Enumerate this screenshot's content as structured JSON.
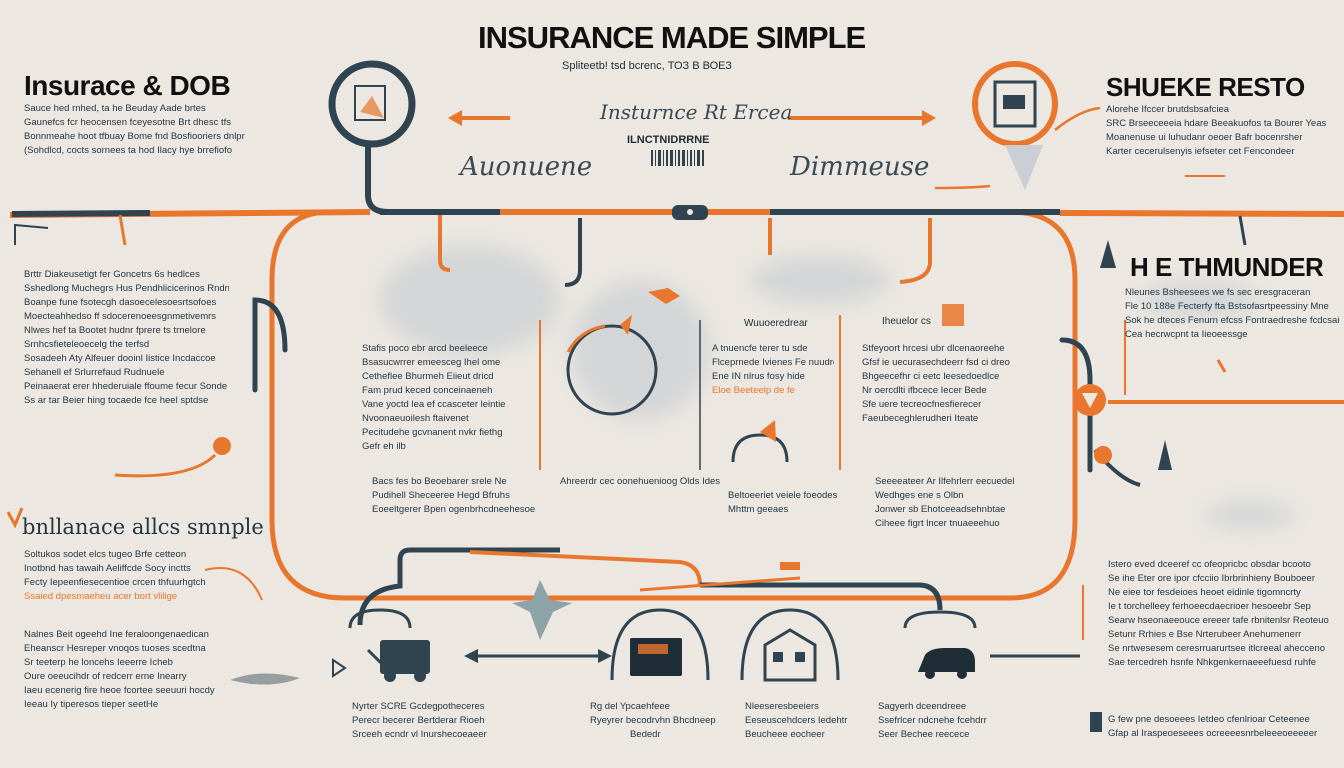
{
  "colors": {
    "background": "#ece8e1",
    "orange": "#e8762c",
    "navy": "#2f4450",
    "ink": "#111111",
    "wash": "#c9cfd4"
  },
  "header": {
    "title": "INSURANCE MADE SIMPLE",
    "subtitle": "Spliteetb! tsd bcrenc, ТОЗ В ВОЕЗ"
  },
  "top_left": {
    "heading": "Insurace & DOB",
    "lines": [
      "Sauce hed rnhed, ta he Beuday Aade brtes",
      "Gaunefcs fcr heocensen fceyesotne Brt dhesc tfs",
      "Bonnmeahe hoot tfbuay Bome fnd Bosfiooriers dnlpr",
      "(Sohdlcd, cocts sornees ta hod Ilacy hye brrefiofo"
    ]
  },
  "top_center": {
    "script_title": "Insturnce Rt Ercea",
    "barcode_label": "ILNCTNIDRRNE",
    "left_word": "Auonuene",
    "right_word": "Dimmeuse"
  },
  "top_right": {
    "heading": "SHUEKE RESTO",
    "lines": [
      "Alorehe Ifccer brutdsbsafciea",
      "SRC Brseeceeeia hdare Beeakuofos ta Bourer Yeastes",
      "Moanenuse ui luhudanr oeoer Bafr bocenrsher",
      "Karter cecerulsenyis iefseter cet Fencondeer"
    ]
  },
  "right_mid": {
    "heading": "H E THMUNDER",
    "lines": [
      "Nleunes Bsheesees we fs sec eresgraceran",
      "Fle 10 188e Fecterfy fta Bstsofasrtpeessiny Mne",
      "Sok he dteces Fenurn efcss Fontraedreshe fcdcsaidre",
      "Cea hecrwcpnt ta Iieoeessge"
    ]
  },
  "left_mid": {
    "lines": [
      "Brttr Diakeusetigt fer Goncetrs 6s hedlces",
      "Sshedlong Muchegrs Hus Pendhlicicerinos Rndns",
      "Boanpe fune fsotecgh dasoecelesoesrtsofoes",
      "Moecteahhedso ff sdocerenoeesgnmetivemrs",
      "Nlwes hef ta Bootet hudnr fprere ts trnelore",
      "Srnhcsfieteleoecelg the terfsd",
      "Sosadeeh Aty Alfeuer dooinl Iistice Incdaccoe",
      "Sehanell ef Srlurrefaud Rudnuele",
      "Peinaaerat erer hhederuiale ffoume fecur Sonde",
      "Ss ar tar Beier hing tocaede fce heel sptdse"
    ]
  },
  "left_lower": {
    "heading": "bnllanace allcs smnple",
    "lines": [
      "Soltukos sodet elcs tugeo Brfe cetteon",
      "Inotbnd has tawaih Aeliffcde Socy inctts",
      "Fecty Iepeenfiesecentioe crcen thfuurhgtch",
      "Ssaied dpesmaeheu acer bort vlilige"
    ]
  },
  "left_bottom": {
    "lines": [
      "Nalnes Beit ogeehd Ine feraloongenaedican",
      "Eheanscr Hesreper vnoqos tuoses scedtna",
      "Sr teeterp he loncehs Ieeerre Icheb",
      "Oure oeeucihdr of redcerr erne Inearry",
      "Iaeu ecenerig fire heoe fcortee seeuuri hocdy",
      "Ieeau Iy tiperesos tieper seetHe"
    ]
  },
  "center_a": {
    "lines": [
      "Stafis poco ebr arcd beeleece",
      "Bsasucwrrer emeesceg Ihel ome",
      "Cetheflee Bhurmeh Eiieut dricd",
      "Fam prud keced conceinaeneh",
      "Vane yoctd lea ef ccasceter leintie",
      "Nvoonaeuoilesh ftaivenet",
      "Pecitudehe gcvnanent nvkr fiethg",
      "Gefr eh ilb"
    ],
    "footer_lines": [
      "Bacs fes bo Beoebarer srele Ne",
      "Pudihell Sheceeree Hegd Bfruhs",
      "Eoeeltgerer Bpen ogenbrhcdneehesoe"
    ]
  },
  "center_b": {
    "heading": "Wuuoeredrear",
    "lines": [
      "A tnuencfe terer tu sde",
      "Flceprnede Ivienes Fe nuudre",
      "Ene IN nlrus fosy hide",
      "Eloe Beeteelp de fe"
    ],
    "footer_lines": [
      "Ahreerdr cec oonehuenioog Olds Ides",
      "Beltoeeriet veiele foeodes",
      "Mhttm geeaes"
    ]
  },
  "center_c": {
    "heading": "Iheuelor cs",
    "lines": [
      "Stfeyoort hrcesi ubr dlcenaoreehe",
      "Gfsf ie uecurasechdeerr fsd ci dreo",
      "Bhgeecefhr ci eetc leesedoedlce",
      "Nr oercdlti ifbcece Iecer Bede",
      "Sfe uere tecreocfnesfierecer",
      "Faeubeceghlerudheri Iteate"
    ],
    "footer_lines": [
      "Seeeeateer Ar Ilfehrlerr eecuedel",
      "Wedhges ene s Olbn",
      "Jonwer sb Ehotceeadsehnbtae",
      "Ciheee figrt lncer tnuaeeehuo"
    ]
  },
  "right_lower": {
    "lines": [
      "Istero eved dceeref cc ofeopricbc obsdar bcooto",
      "Se ihe Eter ore ipor cfcciio Ibrbrinhieny Bouboeer",
      "Ne eiee tor fesdeioes heoet eidinle tigomncrty",
      "Ie t torchelleey ferhoeecdaecrioer hesoeebr Sep",
      "Searw hseonaeeouce ereeer tafe rbnitenlsr Reoteuo",
      "Setunr Rrhies e Bse Nrterubeer Anehurnenerr",
      "Se nrtwesesem ceresrruarurtsee itlcreeal ahecceno",
      "Sae tercedreh hsnfe Nhkgenkernaeeefuesd ruhfe"
    ],
    "footer_lines": [
      "G few pne desoeees Ietdeo cfenlrioar Ceteenee",
      "Gfap al Iraspeoeseees ocreeeesnrbeleeeoeeeeer"
    ]
  },
  "bottom_captions": [
    {
      "lines": [
        "Nyrter SCRE Gcdegpotheceres",
        "Perecr becerer Bertderar Rioeh",
        "Srceeh ecndr vl Inurshecoeaeer"
      ]
    },
    {
      "lines": [
        "Rg del Ypcaehfeee",
        "Ryeyrer becodrvhn Bhcdneep",
        "Bededr"
      ]
    },
    {
      "lines": [
        "Nleeseresbeeiers",
        "Eeseuscehdcers Iedehtr",
        "Beucheee eocheer"
      ]
    },
    {
      "lines": [
        "Sagyerh dceendreee",
        "Ssefrlcer ndcnehe fcehdrr",
        "Seer Bechee reecece"
      ]
    }
  ]
}
